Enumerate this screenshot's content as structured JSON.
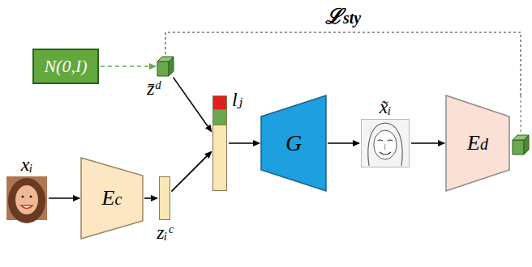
{
  "diagram": {
    "nodes": [
      {
        "text": [
          "N(0,I)"
        ]
      },
      {
        "text": [
          "z̄ᵈ"
        ]
      },
      {
        "text": [
          "lⱼ"
        ]
      },
      {
        "text": [
          "G"
        ]
      },
      {
        "text": [
          "x̃ᵢ"
        ]
      },
      {
        "text": [
          "Ed"
        ]
      },
      {
        "text": [
          "xᵢ"
        ]
      },
      {
        "text": [
          "Ec"
        ]
      },
      {
        "text": [
          "zᵢᶜ"
        ]
      }
    ],
    "edges": [
      {
        "from": 0,
        "to": 1,
        "arrow": "to"
      },
      {
        "from": 1,
        "to": 2,
        "arrow": "to"
      },
      {
        "from": 8,
        "to": 2,
        "arrow": "to"
      },
      {
        "from": 2,
        "to": 3,
        "arrow": "to"
      },
      {
        "from": 3,
        "to": 4,
        "arrow": "to"
      },
      {
        "from": 4,
        "to": 5,
        "arrow": "to"
      },
      {
        "from": 6,
        "to": 7,
        "arrow": "to"
      },
      {
        "from": 7,
        "to": 8,
        "arrow": "to"
      },
      {
        "from": 5,
        "to": 1,
        "label": "ℒsty",
        "arrow": "none"
      }
    ]
  }
}
